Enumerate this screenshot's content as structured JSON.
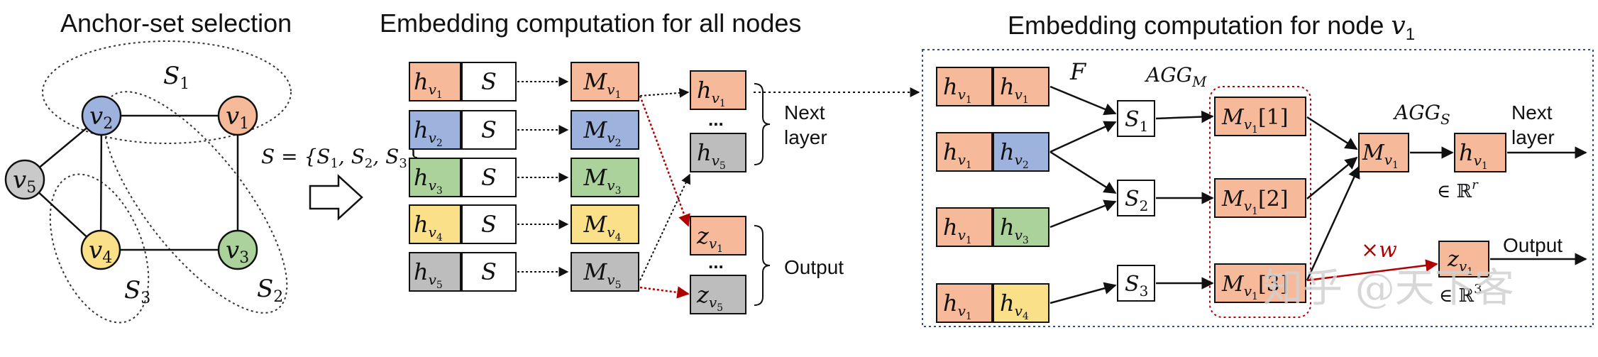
{
  "titles": {
    "left": "Anchor-set selection",
    "middle": "Embedding computation for all nodes",
    "right_prefix": "Embedding computation for node ",
    "right_var": "v",
    "right_sub": "1"
  },
  "graph": {
    "nodes": [
      {
        "id": "v1",
        "base": "v",
        "sub": "1",
        "color": "#f6b99a"
      },
      {
        "id": "v2",
        "base": "v",
        "sub": "2",
        "color": "#9db3dd"
      },
      {
        "id": "v3",
        "base": "v",
        "sub": "3",
        "color": "#acd29c"
      },
      {
        "id": "v4",
        "base": "v",
        "sub": "4",
        "color": "#fbe08a"
      },
      {
        "id": "v5",
        "base": "v",
        "sub": "5",
        "color": "#c9c9c9"
      }
    ],
    "anchor_sets": [
      {
        "base": "S",
        "sub": "1"
      },
      {
        "base": "S",
        "sub": "2"
      },
      {
        "base": "S",
        "sub": "3"
      }
    ],
    "set_expr": "S = {S",
    "set_expr_parts": [
      "S = {S",
      "1",
      ", S",
      "2",
      ", S",
      "3",
      "}"
    ]
  },
  "middle": {
    "rows": [
      {
        "h_sub": "v",
        "h_subsub": "1",
        "s": "S",
        "m_sub": "v",
        "m_subsub": "1",
        "color": "#f6b99a"
      },
      {
        "h_sub": "v",
        "h_subsub": "2",
        "s": "S",
        "m_sub": "v",
        "m_subsub": "2",
        "color": "#9db3dd"
      },
      {
        "h_sub": "v",
        "h_subsub": "3",
        "s": "S",
        "m_sub": "v",
        "m_subsub": "3",
        "color": "#acd29c"
      },
      {
        "h_sub": "v",
        "h_subsub": "4",
        "s": "S",
        "m_sub": "v",
        "m_subsub": "4",
        "color": "#fbe08a"
      },
      {
        "h_sub": "v",
        "h_subsub": "5",
        "s": "S",
        "m_sub": "v",
        "m_subsub": "5",
        "color": "#bdbdbd"
      }
    ],
    "h_letter": "h",
    "m_letter": "M",
    "z_letter": "z",
    "ellipsis": "...",
    "next_layer_1": "Next",
    "next_layer_2": "layer",
    "output": "Output"
  },
  "right": {
    "F": "F",
    "agg_m": "AGG",
    "agg_m_sub": "M",
    "agg_s": "AGG",
    "agg_s_sub": "S",
    "s_boxes": [
      {
        "base": "S",
        "sub": "1"
      },
      {
        "base": "S",
        "sub": "2"
      },
      {
        "base": "S",
        "sub": "3"
      }
    ],
    "m_boxes": [
      "[1]",
      "[2]",
      "[3]"
    ],
    "real_r": "∈ ℝ",
    "real_r_sup": "r",
    "real_3": "∈ ℝ",
    "real_3_sup": "3",
    "times_w": "×w",
    "next_1": "Next",
    "next_2": "layer",
    "output": "Output",
    "z_sub": "v",
    "z_subsub": "1"
  },
  "watermark": "知乎 @天下客",
  "colors": {
    "orange": "#f6b99a",
    "blue": "#9db3dd",
    "green": "#acd29c",
    "yellow": "#fbe08a",
    "gray": "#bdbdbd",
    "red": "#b00000",
    "frame": "#2f4f8f"
  }
}
